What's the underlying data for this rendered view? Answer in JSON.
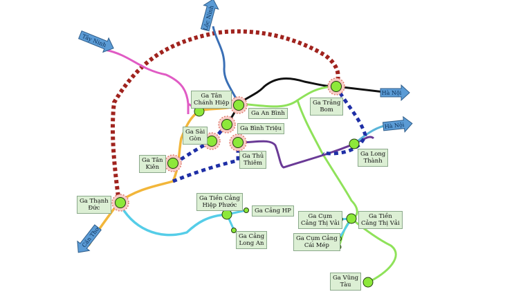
{
  "stations": {
    "tan_chanh_hiep": "Ga Tân\nChánh Hiệp",
    "an_binh": "Ga An Bình",
    "binh_trieu": "Ga Bình Triệu",
    "sai_gon": "Ga Sài\nGòn",
    "thu_thiem": "Ga Thủ\nThiêm",
    "tan_kien": "Ga Tân\nKiên",
    "trang_bom": "Ga Trảng\nBom",
    "long_thanh": "Ga Long\nThành",
    "thanh_duc": "Ga Thạnh\nĐức",
    "tien_cang_hiep_phuoc": "Ga Tiền Cảng\nHiệp Phước",
    "cang_hp": "Ga Cảng HP",
    "cang_long_an": "Ga Cảng\nLong An",
    "cum_cang_thi_vai": "Ga Cụm\nCảng Thị Vải",
    "tien_cang_thi_vai": "Ga Tiền\nCảng Thị Vải",
    "cum_cang_cai_mep": "Ga Cụm Cảng\nCái Mép",
    "vung_tau": "Ga Vũng\nTàu"
  },
  "arrows": {
    "tay_ninh": "Tây Ninh",
    "loc_ninh": "Lộc Ninh",
    "ha_noi_1": "Hà Nội",
    "ha_noi_2": "Hà Nội",
    "can_tho": "Cần Thơ"
  },
  "colors": {
    "dotted_red": "#a0231e",
    "dashed_blue": "#1f2fa6",
    "pink": "#e05bc4",
    "steel_blue": "#3a6fb5",
    "black": "#111111",
    "yellow": "#f2b63a",
    "light_green": "#8fe25a",
    "purple": "#6a3a96",
    "cyan": "#55cde8",
    "teal": "#5ab5d9",
    "station_fill": "#8de83a",
    "arrow_fill": "#5b9bd5"
  }
}
